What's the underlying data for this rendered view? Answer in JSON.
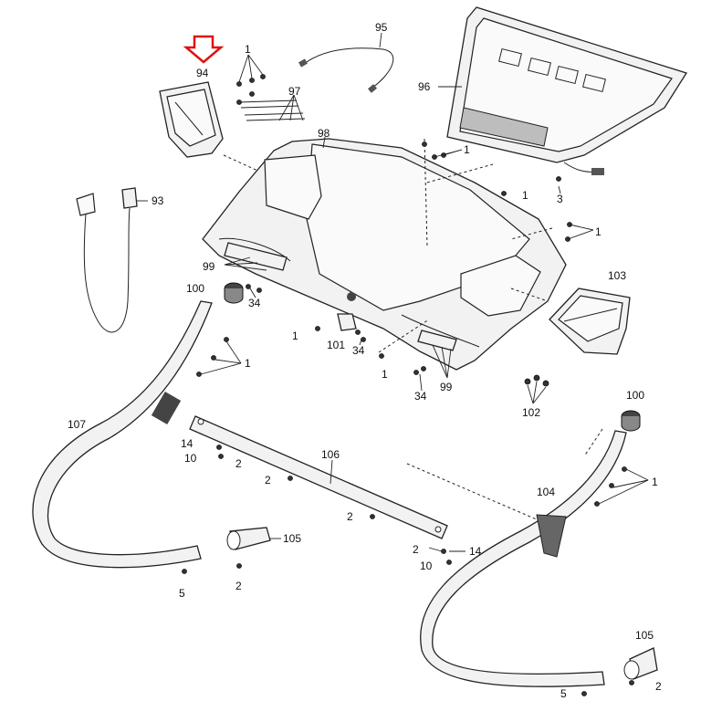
{
  "diagram": {
    "callouts": {
      "c1a": "1",
      "c1b": "1",
      "c1c": "1",
      "c1d": "1",
      "c1e": "1",
      "c1f": "1",
      "c1g": "1",
      "c1h": "1",
      "c2a": "2",
      "c2b": "2",
      "c2c": "2",
      "c2d": "2",
      "c2e": "2",
      "c3": "3",
      "c5a": "5",
      "c5b": "5",
      "c10a": "10",
      "c10b": "10",
      "c14a": "14",
      "c14b": "14",
      "c34a": "34",
      "c34b": "34",
      "c34c": "34",
      "c93": "93",
      "c94": "94",
      "c95": "95",
      "c96": "96",
      "c97": "97",
      "c98": "98",
      "c99a": "99",
      "c99b": "99",
      "c100a": "100",
      "c100b": "100",
      "c101": "101",
      "c102": "102",
      "c103": "103",
      "c104": "104",
      "c105a": "105",
      "c105b": "105",
      "c106": "106",
      "c107": "107"
    },
    "highlight_arrow_color": "#e01010",
    "line_color": "#222222",
    "part_fill": "#f2f2f2"
  }
}
